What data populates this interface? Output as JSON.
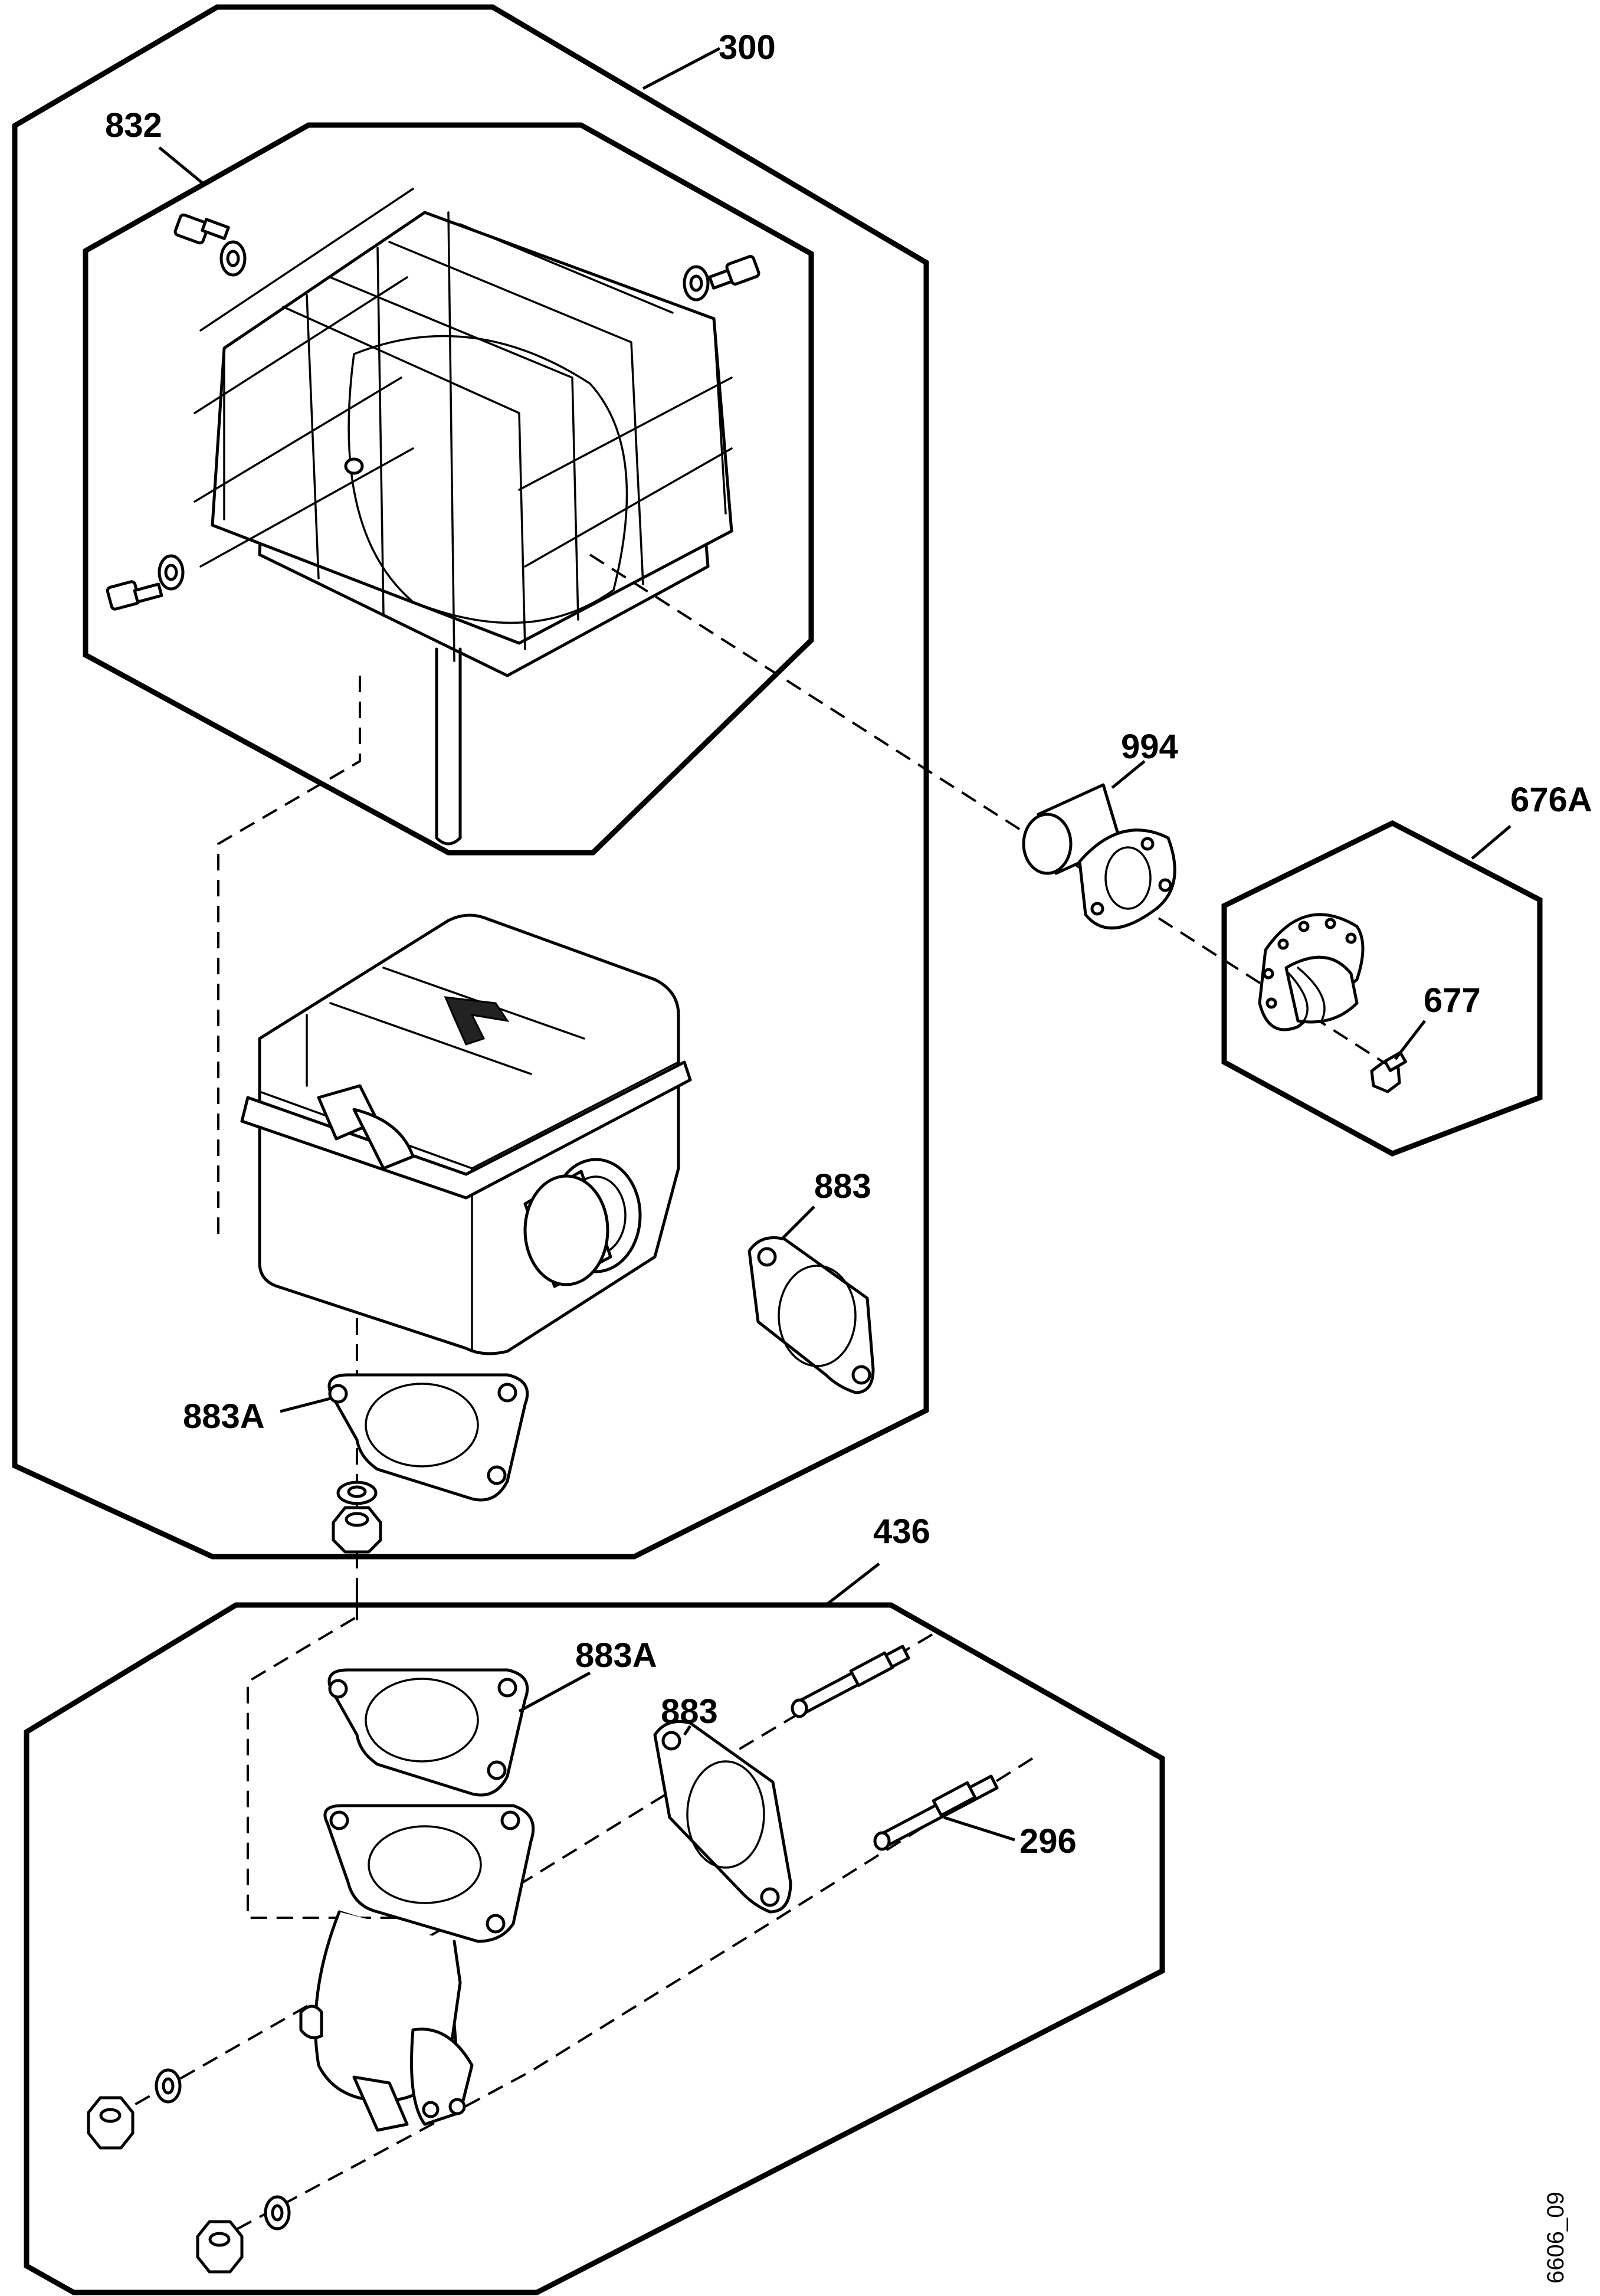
{
  "callouts": {
    "assembly_300": "300",
    "guard_832": "832",
    "adapter_994": "994",
    "elbow_kit_676A": "676A",
    "screw_677": "677",
    "gasket_883_top": "883",
    "gasket_883A_top": "883A",
    "manifold_kit_436": "436",
    "gasket_883A_bottom": "883A",
    "gasket_883_bottom": "883",
    "stud_296": "296"
  },
  "figure_id": "6606_09"
}
